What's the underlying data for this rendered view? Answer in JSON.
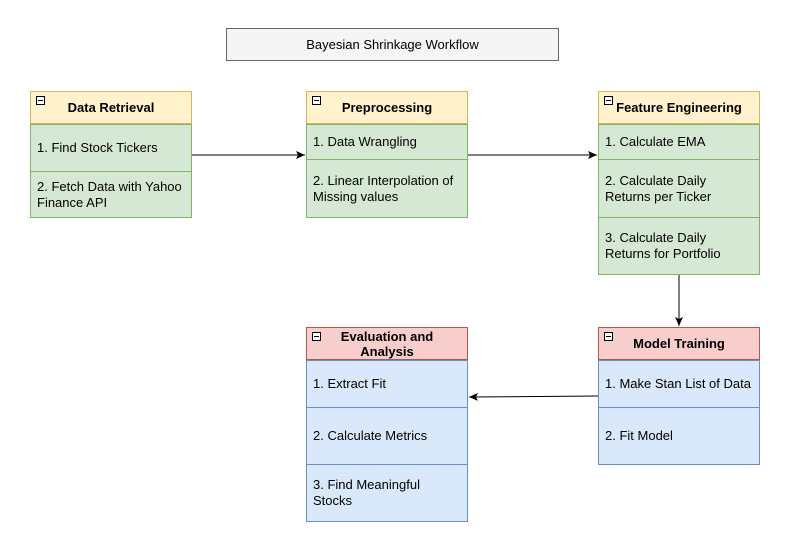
{
  "title": "Bayesian Shrinkage Workflow",
  "stages": {
    "data_retrieval": {
      "header": "Data Retrieval",
      "items": [
        "1. Find Stock Tickers",
        "2. Fetch Data with Yahoo Finance API"
      ]
    },
    "preprocessing": {
      "header": "Preprocessing",
      "items": [
        "1. Data Wrangling",
        "2. Linear Interpolation of Missing values"
      ]
    },
    "feature_engineering": {
      "header": "Feature Engineering",
      "items": [
        "1. Calculate EMA",
        "2. Calculate Daily Returns per Ticker",
        "3. Calculate Daily Returns for Portfolio"
      ]
    },
    "model_training": {
      "header": "Model Training",
      "items": [
        "1. Make Stan List of Data",
        "2. Fit Model"
      ]
    },
    "evaluation": {
      "header": "Evaluation and Analysis",
      "items": [
        "1. Extract Fit",
        "2. Calculate Metrics",
        "3. Find Meaningful Stocks"
      ]
    }
  },
  "colors": {
    "header_yellow": "#fff2cc",
    "header_red": "#f8cecc",
    "item_green": "#d5e8d4",
    "item_blue": "#dae8fc"
  }
}
